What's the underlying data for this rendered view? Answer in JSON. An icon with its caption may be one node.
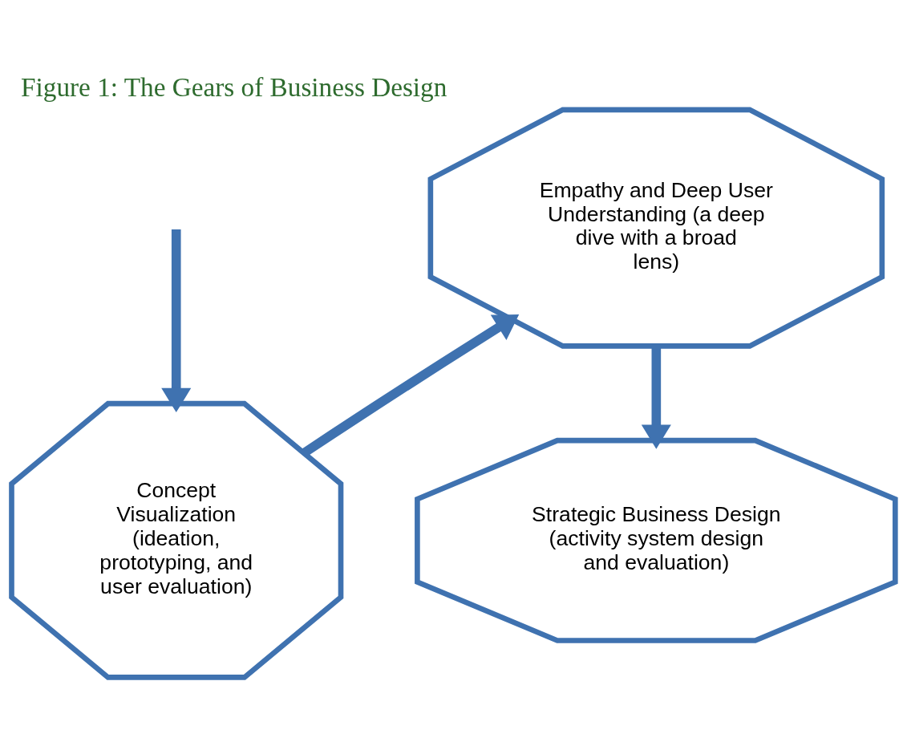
{
  "diagram": {
    "title": "Figure 1: The Gears of Business Design",
    "nodes": [
      {
        "text": [
          "Empathy and Deep User Understanding (a deep dive with a broad lens)"
        ]
      },
      {
        "text": [
          "Concept Visualization (ideation, prototyping, and user evaluation)"
        ]
      },
      {
        "text": [
          "Strategic Business Design (activity system design and evaluation)"
        ]
      }
    ],
    "edges": [
      {
        "from": 1,
        "to": 0,
        "arrow": "to"
      },
      {
        "from": 0,
        "to": 2,
        "arrow": "to"
      },
      {
        "from": null,
        "to": 1,
        "arrow": "to"
      }
    ]
  }
}
